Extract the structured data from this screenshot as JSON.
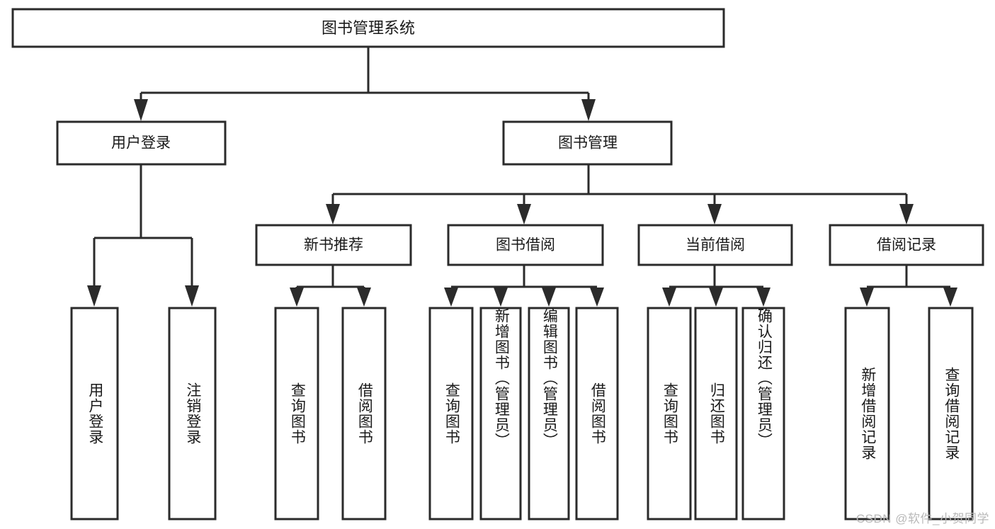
{
  "diagram": {
    "type": "tree-hierarchy",
    "title": "图书管理系统",
    "orientation": "top-down",
    "colors": {
      "box_stroke": "#2b2b2b",
      "box_fill": "#ffffff",
      "edge": "#2b2b2b",
      "text": "#1a1a1a",
      "background": "#ffffff",
      "watermark": "#b9b9b9"
    },
    "levels": {
      "root": {
        "label": "图书管理系统"
      },
      "level2": [
        {
          "label": "用户登录"
        },
        {
          "label": "图书管理"
        }
      ],
      "level3": [
        {
          "label": "新书推荐"
        },
        {
          "label": "图书借阅"
        },
        {
          "label": "当前借阅"
        },
        {
          "label": "借阅记录"
        }
      ],
      "leaves": [
        {
          "label": "用户登录",
          "parent": "用户登录"
        },
        {
          "label": "注销登录",
          "parent": "用户登录"
        },
        {
          "label": "查询图书",
          "parent": "新书推荐"
        },
        {
          "label": "借阅图书",
          "parent": "新书推荐"
        },
        {
          "label": "查询图书",
          "parent": "图书借阅"
        },
        {
          "label": "新增图书（管理员）",
          "parent": "图书借阅"
        },
        {
          "label": "编辑图书（管理员）",
          "parent": "图书借阅"
        },
        {
          "label": "借阅图书",
          "parent": "图书借阅"
        },
        {
          "label": "查询图书",
          "parent": "当前借阅"
        },
        {
          "label": "归还图书",
          "parent": "当前借阅"
        },
        {
          "label": "确认归还（管理员）",
          "parent": "当前借阅"
        },
        {
          "label": "新增借阅记录",
          "parent": "借阅记录"
        },
        {
          "label": "查询借阅记录",
          "parent": "借阅记录"
        }
      ]
    },
    "watermark": "CSDN @软件_小贺同学"
  }
}
